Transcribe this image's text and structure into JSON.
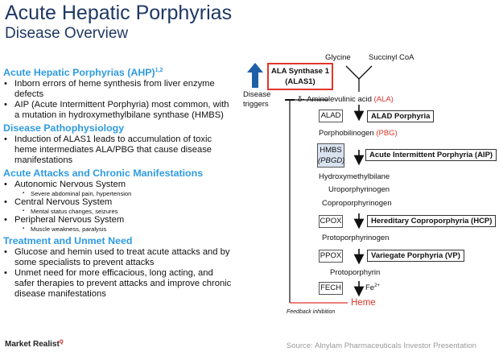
{
  "header": {
    "title": "Acute Hepatic Porphyrias",
    "subtitle": "Disease Overview"
  },
  "sections": {
    "ahp": {
      "heading": "Acute Hepatic Porphyrias (AHP)",
      "superscript": "1,2",
      "bullets": [
        "Inborn errors of heme synthesis from liver enzyme defects",
        "AIP (Acute Intermittent Porphyria) most common, with a mutation in hydroxymethylbilane synthase (HMBS)"
      ]
    },
    "patho": {
      "heading": "Disease Pathophysiology",
      "bullets": [
        "Induction of ALAS1 leads to accumulation of toxic heme intermediates ALA/PBG that cause disease manifestations"
      ]
    },
    "attacks": {
      "heading": "Acute Attacks and Chronic Manifestations",
      "items": [
        {
          "label": "Autonomic Nervous System",
          "sub": "Severe abdominal pain, hypertension"
        },
        {
          "label": "Central Nervous System",
          "sub": "Mental status changes, seizures"
        },
        {
          "label": "Peripheral Nervous System",
          "sub": "Muscle weakness, paralysis"
        }
      ]
    },
    "treatment": {
      "heading": "Treatment and Unmet Need",
      "bullets": [
        "Glucose and hemin used to treat acute attacks and by some specialists to prevent attacks",
        "Unmet need for more efficacious, long acting, and safer therapies to prevent attacks and improve chronic disease manifestations"
      ]
    }
  },
  "diagram": {
    "glycine": "Glycine",
    "succinyl": "Succinyl CoA",
    "alas1_line1": "ALA Synthase 1",
    "alas1_line2": "(ALAS1)",
    "disease_triggers": "Disease triggers",
    "ala_label": "δ- Aminolevulinic acid",
    "ala_abbr": "(ALA)",
    "alad": "ALAD",
    "alad_disease": "ALAD Porphyria",
    "pbg_label": "Porphobilinogen",
    "pbg_abbr": "(PBG)",
    "hmbs": "HMBS",
    "pbgd": "(PBGD)",
    "aip_disease": "Acute Intermittent Porphyria (AIP)",
    "hmb": "Hydroxymethylbilane",
    "uro": "Uroporphyrinogen",
    "copro": "Coproporphyrinogen",
    "cpox": "CPOX",
    "hcp_disease": "Hereditary Coproporphyria (HCP)",
    "proto_gen": "Protoporphyrinogen",
    "ppox": "PPOX",
    "vp_disease": "Variegate Porphyria (VP)",
    "proto": "Protoporphyrin",
    "fech": "FECH",
    "fe": "Fe",
    "fe_sup": "2+",
    "heme": "Heme",
    "feedback": "Feedback inhibition"
  },
  "footer": {
    "logo": "Market Realist",
    "logo_mark": "Q",
    "source": "Source: Alnylam Pharmaceuticals Investor Presentation"
  },
  "colors": {
    "title": "#1f3864",
    "heading": "#2e9be0",
    "red": "#e0352b",
    "up_arrow": "#1f5fa8",
    "hmbs_fill": "#d9e3f0"
  }
}
